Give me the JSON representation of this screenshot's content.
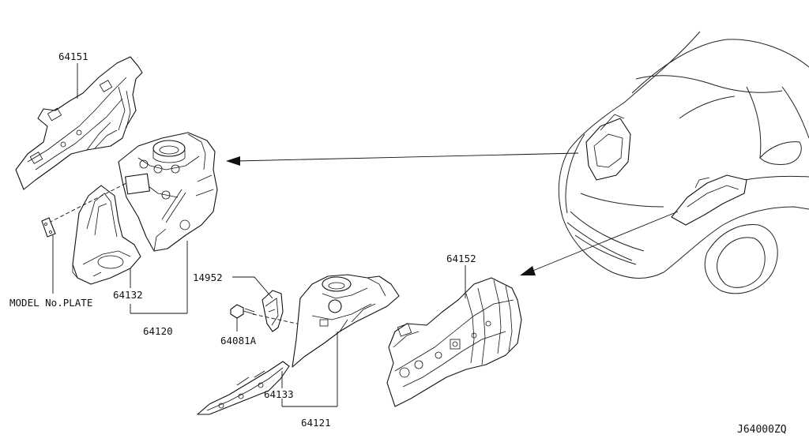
{
  "diagram_id": "J64000ZQ",
  "labels": {
    "p64151": "64151",
    "p64132": "64132",
    "p64120": "64120",
    "model_plate": "MODEL No.PLATE",
    "p14952": "14952",
    "p64081a": "64081A",
    "p64133": "64133",
    "p64121": "64121",
    "p64152": "64152"
  }
}
